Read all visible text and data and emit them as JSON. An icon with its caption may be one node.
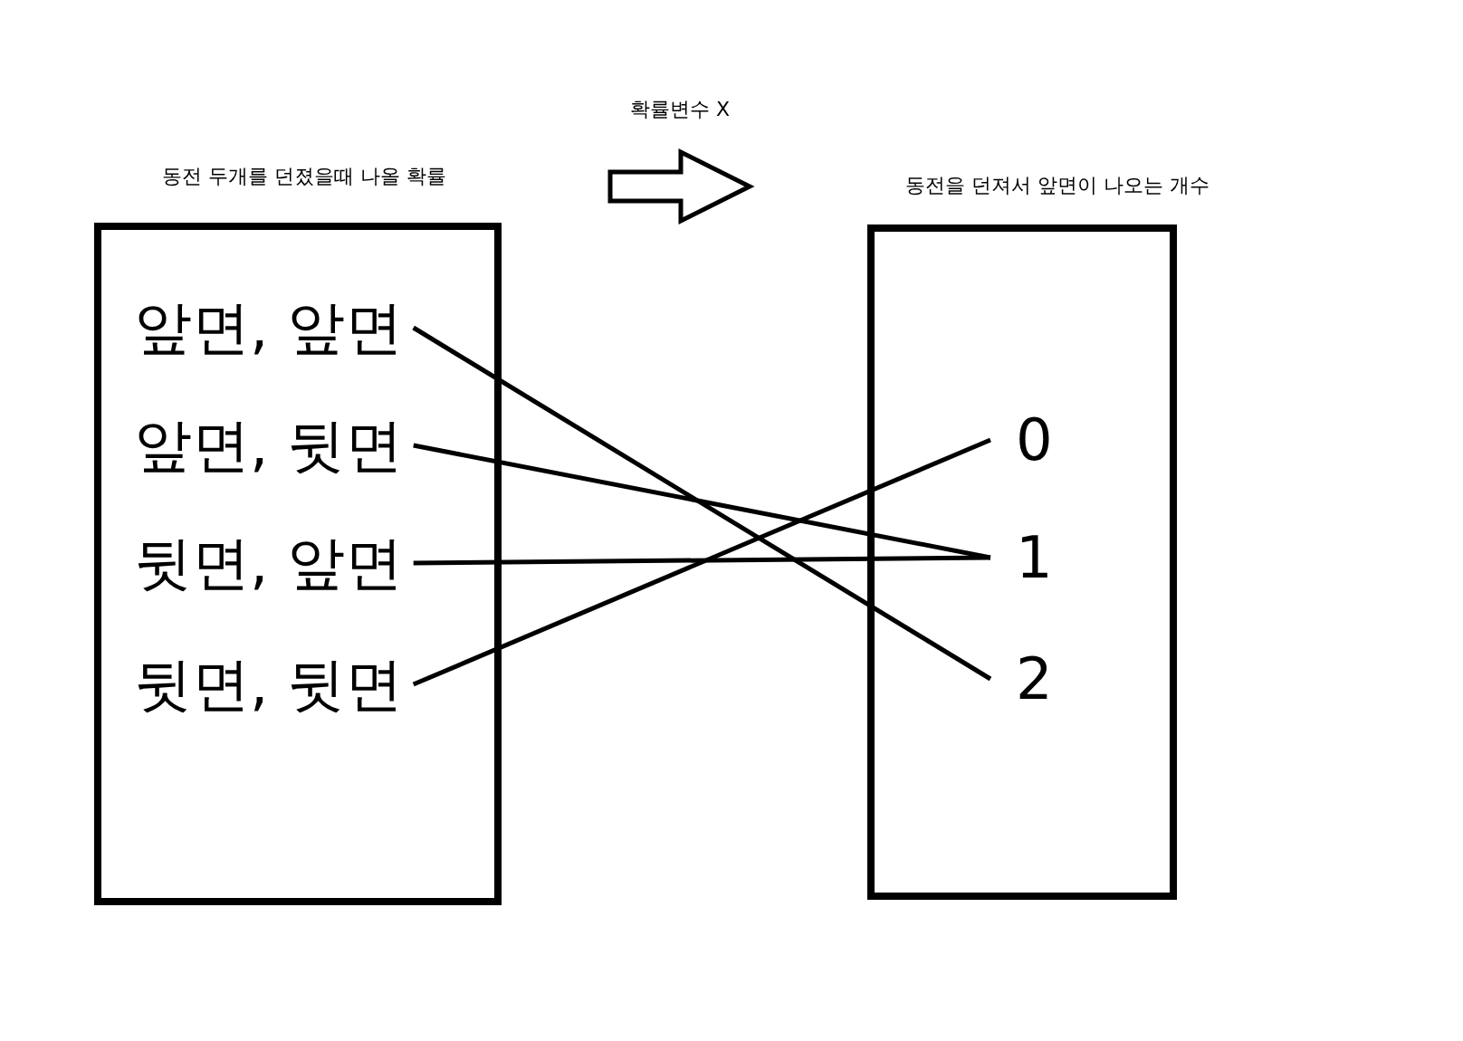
{
  "diagram": {
    "nodes": [
      {
        "text": [
          "동전 두개를 던졌을때 나올 확률"
        ]
      },
      {
        "text": [
          "앞면, 앞면"
        ],
        "in": 0
      },
      {
        "text": [
          "앞면, 뒷면"
        ],
        "in": 0
      },
      {
        "text": [
          "뒷면, 앞면"
        ],
        "in": 0
      },
      {
        "text": [
          "뒷면, 뒷면"
        ],
        "in": 0
      },
      {
        "text": [
          "동전을 던져서 앞면이 나오는 개수"
        ]
      },
      {
        "text": [
          "0"
        ],
        "in": 5
      },
      {
        "text": [
          "1"
        ],
        "in": 5
      },
      {
        "text": [
          "2"
        ],
        "in": 5
      }
    ],
    "edges": [
      {
        "from": 1,
        "to": 8,
        "arrow": "none"
      },
      {
        "from": 2,
        "to": 7,
        "arrow": "none"
      },
      {
        "from": 3,
        "to": 7,
        "arrow": "none"
      },
      {
        "from": 4,
        "to": 6,
        "arrow": "none"
      },
      {
        "from": 0,
        "to": 5,
        "arrow": "to",
        "label": "확률변수 X"
      }
    ]
  }
}
